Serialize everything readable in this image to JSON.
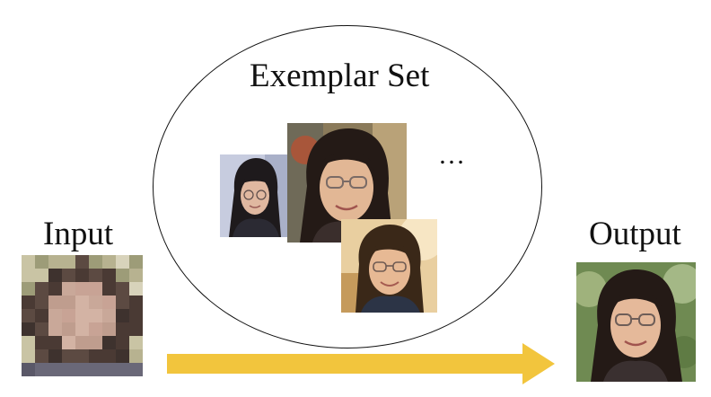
{
  "diagram": {
    "title": "Exemplar Set",
    "input_label": "Input",
    "output_label": "Output",
    "ellipsis": "…"
  },
  "colors": {
    "arrow": "#F2C53D",
    "outline": "#111111"
  },
  "images": [
    {
      "name": "exemplar-face-photo",
      "tone": "cool studio background"
    },
    {
      "name": "exemplar-face-photo",
      "tone": "outdoor warm background"
    },
    {
      "name": "exemplar-face-photo",
      "tone": "sunlit background"
    },
    {
      "name": "pixelated-input-face",
      "tone": "low-resolution mosaic"
    },
    {
      "name": "restored-output-face",
      "tone": "greenery background"
    }
  ]
}
